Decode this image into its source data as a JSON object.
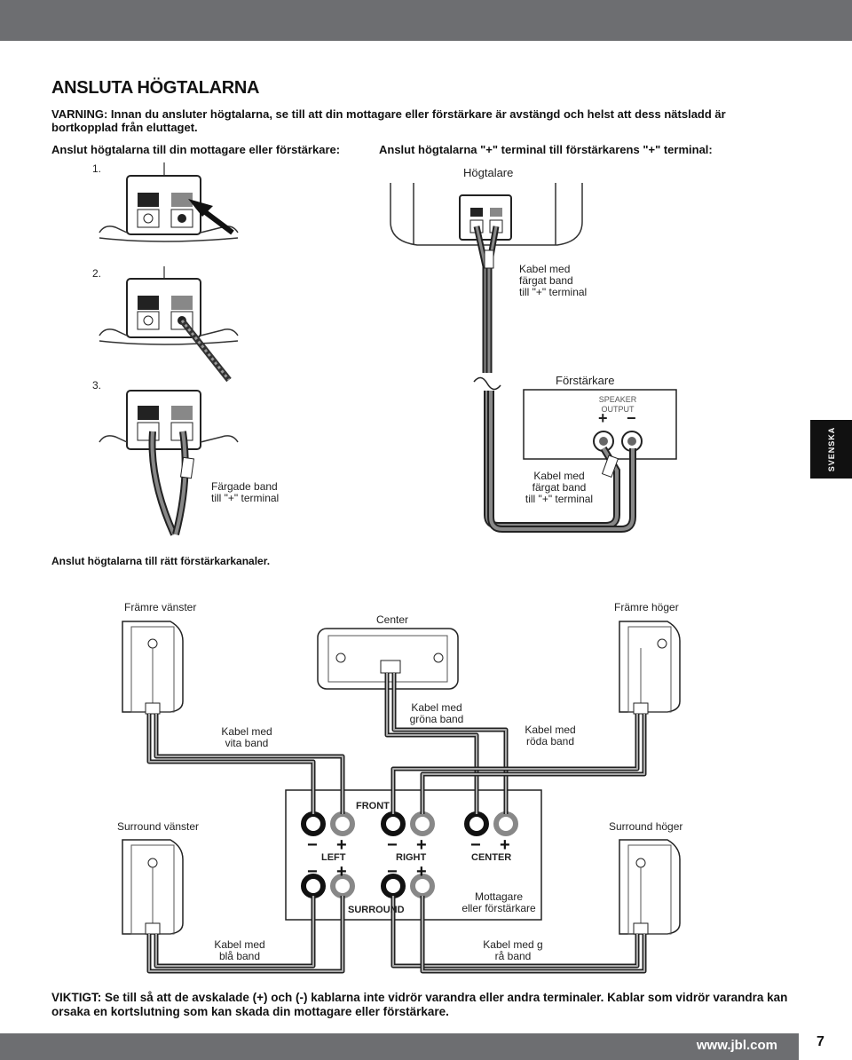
{
  "header": {},
  "title": "ANSLUTA HÖGTALARNA",
  "warning": "VARNING: Innan du ansluter högtalarna, se till att din mottagare eller förstärkare är avstängd och helst att dess nätsladd är bortkopplad från eluttaget.",
  "left_heading": "Anslut högtalarna till din mottagare eller förstärkare:",
  "right_heading": "Anslut högtalarna \"+\" terminal till förstärkarens \"+\" terminal:",
  "steps": [
    "1.",
    "2.",
    "3."
  ],
  "labels": {
    "speaker": "Högtalare",
    "cable_colored_1": "Kabel med\nfärgat band\ntill \"+\" terminal",
    "amplifier": "Förstärkare",
    "speaker_output": "SPEAKER\nOUTPUT",
    "colored_band": "Färgade band\ntill \"+\" terminal",
    "cable_colored_2": "Kabel med\nfärgat band\ntill \"+\" terminal",
    "plus": "+",
    "minus": "−"
  },
  "section_heading": "Anslut högtalarna till rätt förstärkarkanaler.",
  "channels": {
    "front_left": "Främre vänster",
    "center": "Center",
    "front_right": "Främre höger",
    "white_band": "Kabel med\nvita band",
    "green_band": "Kabel med\ngröna band",
    "red_band": "Kabel med\nröda band",
    "surround_left": "Surround vänster",
    "surround_right": "Surround höger",
    "front": "FRONT",
    "left": "LEFT",
    "right": "RIGHT",
    "center_term": "CENTER",
    "surround": "SURROUND",
    "receiver": "Mottagare\neller förstärkare",
    "blue_band": "Kabel med\nblå band",
    "gray_band": "Kabel med g\nrå band"
  },
  "important": "VIKTIGT: Se till så att de avskalade (+) och (-) kablarna inte vidrör varandra eller andra terminaler. Kablar som vidrör varandra kan orsaka en kortslutning som kan skada din mottagare eller förstärkare.",
  "side_tab": "SVENSKA",
  "footer": {
    "url": "www.jbl.com",
    "page": "7"
  }
}
